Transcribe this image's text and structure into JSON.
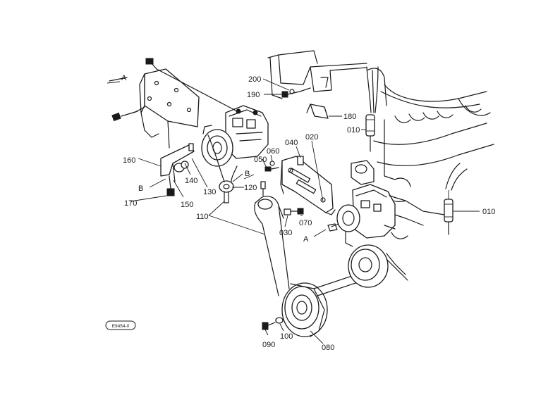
{
  "labels": {
    "p200": "200",
    "p190": "190",
    "p180": "180",
    "p010a": "010",
    "p010b": "010",
    "p020": "020",
    "p040": "040",
    "p060": "060",
    "p050": "050",
    "pB1": "B",
    "pB2": "B",
    "pA1": "A",
    "pA2": "A",
    "p160": "160",
    "p140": "140",
    "p130": "130",
    "p120": "120",
    "p150": "150",
    "p170": "170",
    "p110": "110",
    "p030": "030",
    "p070": "070",
    "p090": "090",
    "p100": "100",
    "p080": "080"
  },
  "reference_code": "E9454-0"
}
